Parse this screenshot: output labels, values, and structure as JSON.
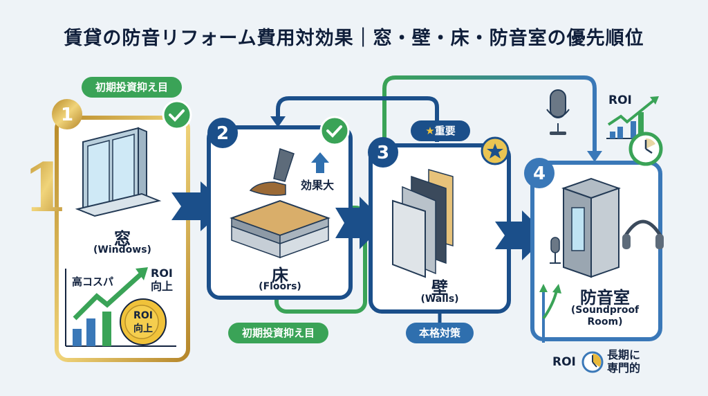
{
  "title": "賃貸の防音リフォーム費用対効果｜窓・壁・床・防音室の優先順位",
  "colors": {
    "gold": "#c9a23a",
    "navy": "#1b4f8a",
    "blue": "#3a78b8",
    "green": "#3aa357",
    "background": "#eef3f7"
  },
  "steps": [
    {
      "rank": "1",
      "name_jp": "窓",
      "name_en": "(Windows)",
      "badge": "初期投資抑え目",
      "status_icon": "check",
      "notes": {
        "cost_performance": "高コスパ",
        "roi_up": "ROI\n向上",
        "coin": "ROI\n向上"
      }
    },
    {
      "rank": "2",
      "name_jp": "床",
      "name_en": "(Floors)",
      "badge": "初期投資抑え目",
      "status_icon": "check",
      "notes": {
        "effect": "効果大"
      }
    },
    {
      "rank": "3",
      "name_jp": "壁",
      "name_en": "(Walls)",
      "badge_top": "重要",
      "badge": "本格対策",
      "status_icon": "star"
    },
    {
      "rank": "4",
      "name_jp": "防音室",
      "name_en": "(Soundproof\nRoom)",
      "top_note": "ROI",
      "bottom_note_roi": "ROI",
      "bottom_note": "長期に\n専門的",
      "status_icon": "clock"
    }
  ]
}
